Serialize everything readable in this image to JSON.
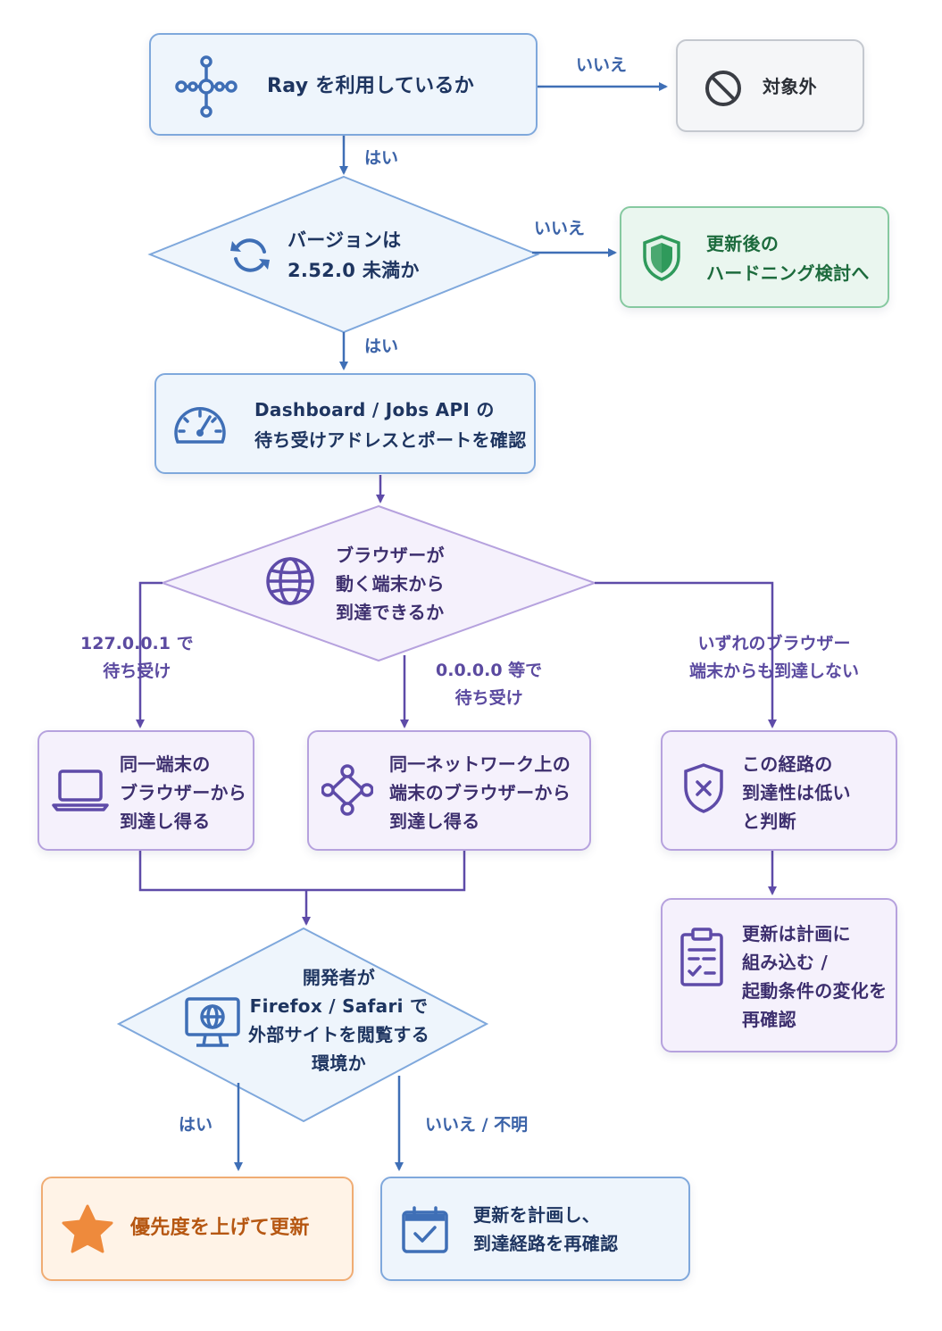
{
  "nodes": {
    "use_ray": {
      "label": "Ray を利用しているか",
      "icon": "network-hub-icon"
    },
    "out_of_scope": {
      "label": "対象外",
      "icon": "prohibited-icon"
    },
    "version_check": {
      "label": "バージョンは\n2.52.0 未満か",
      "icon": "refresh-icon"
    },
    "hardening": {
      "label": "更新後の\nハードニング検討へ",
      "icon": "shield-icon"
    },
    "check_listen": {
      "label": "Dashboard / Jobs API の\n待ち受けアドレスとポートを確認",
      "icon": "gauge-icon"
    },
    "reachability": {
      "label": "ブラウザーが\n動く端末から\n到達できるか",
      "icon": "globe-icon"
    },
    "same_host": {
      "label": "同一端末の\nブラウザーから\n到達し得る",
      "icon": "laptop-icon"
    },
    "same_network": {
      "label": "同一ネットワーク上の\n端末のブラウザーから\n到達し得る",
      "icon": "network-nodes-icon"
    },
    "low_reach": {
      "label": "この経路の\n到達性は低い\nと判断",
      "icon": "shield-x-icon"
    },
    "plan_update": {
      "label": "更新は計画に\n組み込む /\n起動条件の変化を\n再確認",
      "icon": "clipboard-icon"
    },
    "dev_browsing": {
      "label": "開発者が\nFirefox / Safari で\n外部サイトを閲覧する\n環境か",
      "icon": "monitor-globe-icon"
    },
    "priority_update": {
      "label": "優先度を上げて更新",
      "icon": "star-icon"
    },
    "plan_recheck": {
      "label": "更新を計画し、\n到達経路を再確認",
      "icon": "calendar-check-icon"
    }
  },
  "edges": {
    "no_1": "いいえ",
    "yes_1": "はい",
    "no_2": "いいえ",
    "yes_2": "はい",
    "localhost": "127.0.0.1 で\n待ち受け",
    "any_addr": "0.0.0.0 等で\n待ち受け",
    "unreachable": "いずれのブラウザー\n端末からも到達しない",
    "yes_3": "はい",
    "no_unknown": "いいえ / 不明"
  },
  "colors": {
    "blue_accent": "#3f6fb6",
    "purple_accent": "#5e4ba8",
    "green_accent": "#2f9a5b",
    "orange_accent": "#ee8a3c",
    "gray_accent": "#3a3d44"
  }
}
